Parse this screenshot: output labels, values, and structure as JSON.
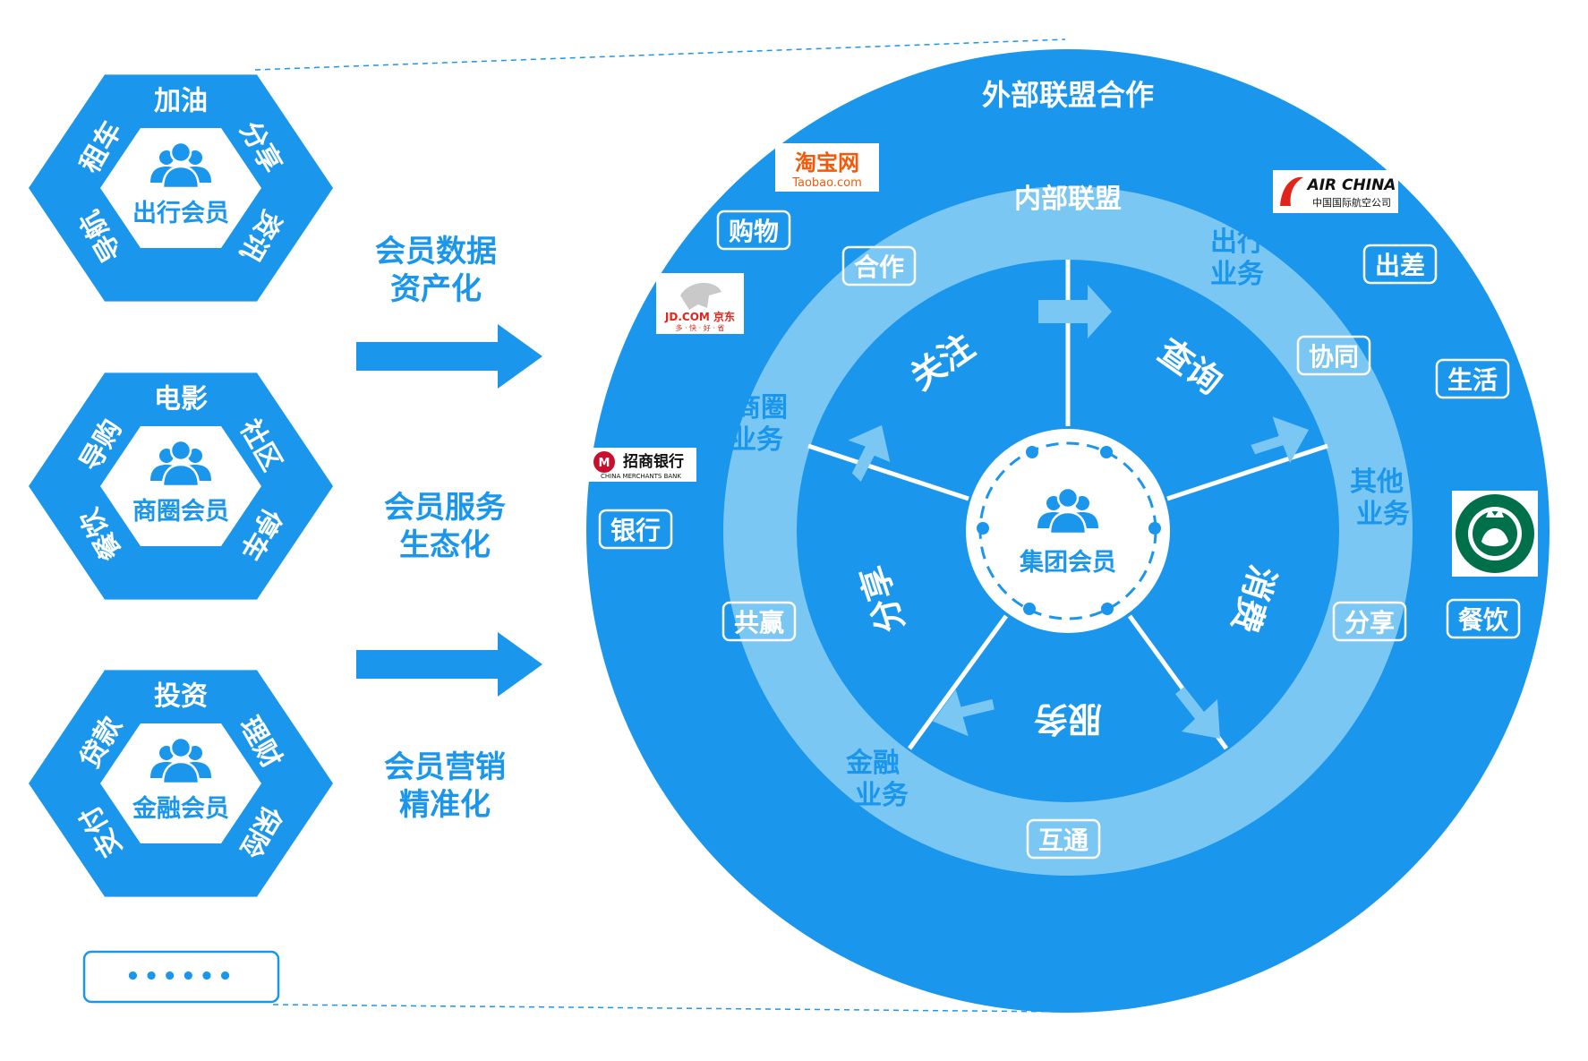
{
  "colors": {
    "primary": "#1a96ec",
    "ring_light": "#7bc7f4",
    "white": "#ffffff",
    "arrow": "#1a96ec"
  },
  "hexagons": [
    {
      "name": "出行会员",
      "top": "加油",
      "top_right": "分享",
      "bottom_right": "资讯",
      "bottom_left": "导航",
      "top_left": "租车"
    },
    {
      "name": "商圈会员",
      "top": "电影",
      "top_right": "社区",
      "bottom_right": "停车",
      "bottom_left": "餐饮",
      "top_left": "导购"
    },
    {
      "name": "金融会员",
      "top": "投资",
      "top_right": "理财",
      "bottom_right": "保险",
      "bottom_left": "支付",
      "top_left": "贷款"
    }
  ],
  "more_box": "••••••",
  "middle_captions": [
    {
      "line1": "会员数据",
      "line2": "资产化"
    },
    {
      "line1": "会员服务",
      "line2": "生态化"
    },
    {
      "line1": "会员营销",
      "line2": "精准化"
    }
  ],
  "circle": {
    "outer_title": "外部联盟合作",
    "inner_title": "内部联盟",
    "center_label": "集团会员",
    "sectors": [
      "关注",
      "查询",
      "消费",
      "服务",
      "分享"
    ],
    "middle_ring_labels": [
      {
        "line1": "出行",
        "line2": "业务"
      },
      {
        "line1": "其他",
        "line2": "业务"
      },
      {
        "line1": "金融",
        "line2": "业务"
      },
      {
        "line1": "商圈",
        "line2": "业务"
      }
    ],
    "middle_ring_tags": [
      "合作",
      "协同",
      "分享",
      "互通",
      "共赢"
    ],
    "outer_tags": [
      "购物",
      "出差",
      "生活",
      "餐饮",
      "银行"
    ],
    "brands": {
      "taobao_cn": "淘宝网",
      "taobao_en": "Taobao.com",
      "jd_en": "JD.COM",
      "jd_cn": "京东",
      "jd_slogan": "多 · 快 · 好 · 省",
      "airchina_en": "AIR CHINA",
      "airchina_cn": "中国国际航空公司",
      "cmb_cn": "招商银行",
      "cmb_en": "CHINA MERCHANTS BANK"
    }
  }
}
